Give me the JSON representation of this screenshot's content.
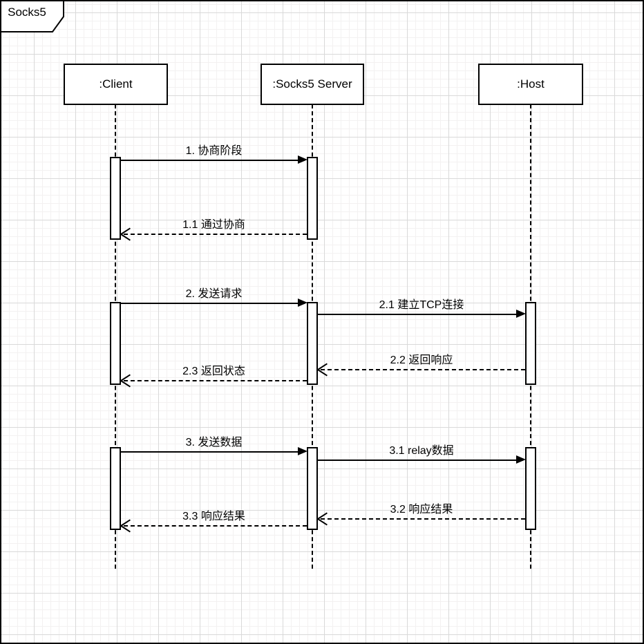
{
  "frame": {
    "title": "Socks5",
    "type": "sequence-diagram"
  },
  "lifelines": [
    {
      "id": "client",
      "label": ":Client"
    },
    {
      "id": "server",
      "label": ":Socks5 Server"
    },
    {
      "id": "host",
      "label": ":Host"
    }
  ],
  "messages": [
    {
      "seq": "1",
      "label": "1. 协商阶段",
      "from": ":Client",
      "to": ":Socks5 Server",
      "line": "solid"
    },
    {
      "seq": "1.1",
      "label": "1.1 通过协商",
      "from": ":Socks5 Server",
      "to": ":Client",
      "line": "dashed"
    },
    {
      "seq": "2",
      "label": "2. 发送请求",
      "from": ":Client",
      "to": ":Socks5 Server",
      "line": "solid"
    },
    {
      "seq": "2.1",
      "label": "2.1 建立TCP连接",
      "from": ":Socks5 Server",
      "to": ":Host",
      "line": "solid"
    },
    {
      "seq": "2.2",
      "label": "2.2 返回响应",
      "from": ":Host",
      "to": ":Socks5 Server",
      "line": "dashed"
    },
    {
      "seq": "2.3",
      "label": "2.3 返回状态",
      "from": ":Socks5 Server",
      "to": ":Client",
      "line": "dashed"
    },
    {
      "seq": "3",
      "label": "3. 发送数据",
      "from": ":Client",
      "to": ":Socks5 Server",
      "line": "solid"
    },
    {
      "seq": "3.1",
      "label": "3.1 relay数据",
      "from": ":Socks5 Server",
      "to": ":Host",
      "line": "solid"
    },
    {
      "seq": "3.2",
      "label": "3.2 响应结果",
      "from": ":Host",
      "to": ":Socks5 Server",
      "line": "dashed"
    },
    {
      "seq": "3.3",
      "label": "3.3 响应结果",
      "from": ":Socks5 Server",
      "to": ":Client",
      "line": "dashed"
    }
  ],
  "colors": {
    "stroke": "#000000",
    "fill": "#ffffff",
    "grid_minor": "#f3f1f1",
    "grid_major": "#d9d9d9"
  }
}
